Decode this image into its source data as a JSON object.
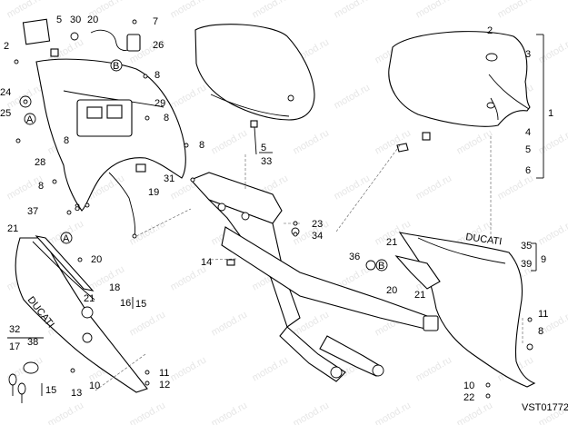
{
  "diagram": {
    "watermark_text": "motod.ru",
    "reference_code": "VST01772",
    "callouts": {
      "n1": "1",
      "n2": "2",
      "n3": "3",
      "n4": "4",
      "n5": "5",
      "n6": "6",
      "n7": "7",
      "n8": "8",
      "n9": "9",
      "n10": "10",
      "n11": "11",
      "n12": "12",
      "n13": "13",
      "n14": "14",
      "n15": "15",
      "n16": "16",
      "n17": "17",
      "n18": "18",
      "n19": "19",
      "n20": "20",
      "n21": "21",
      "n22": "22",
      "n23": "23",
      "n24": "24",
      "n25": "25",
      "n26": "26",
      "n28": "28",
      "n29": "29",
      "n30": "30",
      "n31": "31",
      "n32": "32",
      "n33": "33",
      "n34": "34",
      "n35": "35",
      "n36": "36",
      "n37": "37",
      "n38": "38",
      "n39": "39"
    },
    "markers": {
      "a": "A",
      "b": "B"
    },
    "decals": {
      "ducati": "DUCATI"
    }
  }
}
